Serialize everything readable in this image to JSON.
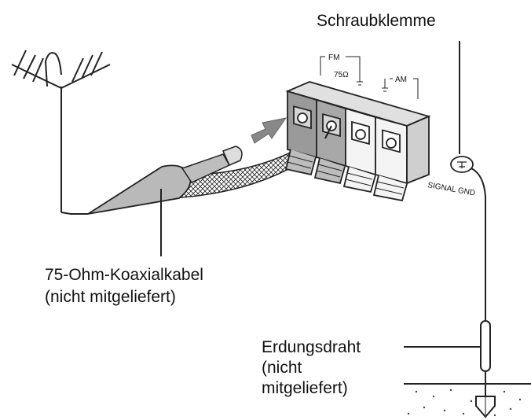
{
  "labels": {
    "screw_terminal": "Schraubklemme",
    "coax_line1": "75-Ohm-Koaxialkabel",
    "coax_line2": "(nicht mitgeliefert)",
    "ground_line1": "Erdungsdraht",
    "ground_line2": "(nicht",
    "ground_line3": "mitgeliefert)",
    "fm": "FM",
    "fm_ohm": "75Ω",
    "am": "AM",
    "signal_gnd": "SIGNAL GND"
  }
}
